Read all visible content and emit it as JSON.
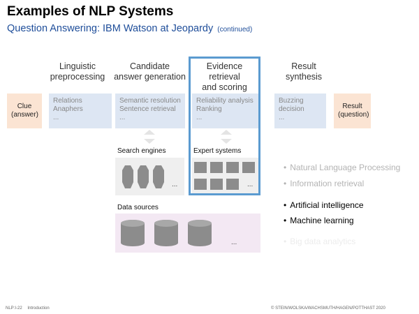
{
  "slide": {
    "title": "Examples of NLP Systems",
    "subtitle": "Question Answering: IBM Watson at Jeopardy",
    "subtitle_note": "(continued)"
  },
  "stages": [
    {
      "line1": "Linguistic",
      "line2": "preprocessing"
    },
    {
      "line1": "Candidate",
      "line2": "answer generation"
    },
    {
      "line1": "Evidence retrieval",
      "line2": "and scoring"
    },
    {
      "line1": "Result",
      "line2": "synthesis"
    }
  ],
  "pipeline": {
    "input": {
      "line1": "Clue",
      "line2": "(answer)"
    },
    "boxes": [
      {
        "line1": "Relations",
        "line2": "Anaphers",
        "line3": "..."
      },
      {
        "line1": "Semantic resolution",
        "line2": "Sentence retrieval",
        "line3": "..."
      },
      {
        "line1": "Reliability analysis",
        "line2": "Ranking",
        "line3": "..."
      },
      {
        "line1": "Buzzing",
        "line2": "decision",
        "line3": "..."
      }
    ],
    "output": {
      "line1": "Result",
      "line2": "(question)"
    }
  },
  "resources": {
    "search_engines": {
      "label": "Search engines",
      "ellipsis": "..."
    },
    "expert_systems": {
      "label": "Expert systems",
      "ellipsis": "..."
    },
    "data_sources": {
      "label": "Data sources",
      "ellipsis": "..."
    }
  },
  "bullets": [
    {
      "text": "Natural Language Processing",
      "color": "#b3b3b3"
    },
    {
      "text": "Information retrieval",
      "color": "#b3b3b3"
    },
    {
      "text": "Artificial intelligence",
      "color": "#000000"
    },
    {
      "text": "Machine learning",
      "color": "#000000"
    },
    {
      "text": "Big data analytics",
      "color": "#ececec"
    }
  ],
  "footer": {
    "left_code": "NLP:I-22",
    "left_section": "Introduction",
    "right": "© STEIN/WOLSKA/WACHSMUTH/HAGEN/POTTHAST 2020"
  },
  "colors": {
    "title_blue": "#1f4e9a",
    "stage_box": "#dde6f3",
    "io_box": "#fbe4d3",
    "panel_gray": "#efefef",
    "panel_pink": "#f3e8f3",
    "highlight": "#5b9bd0"
  }
}
